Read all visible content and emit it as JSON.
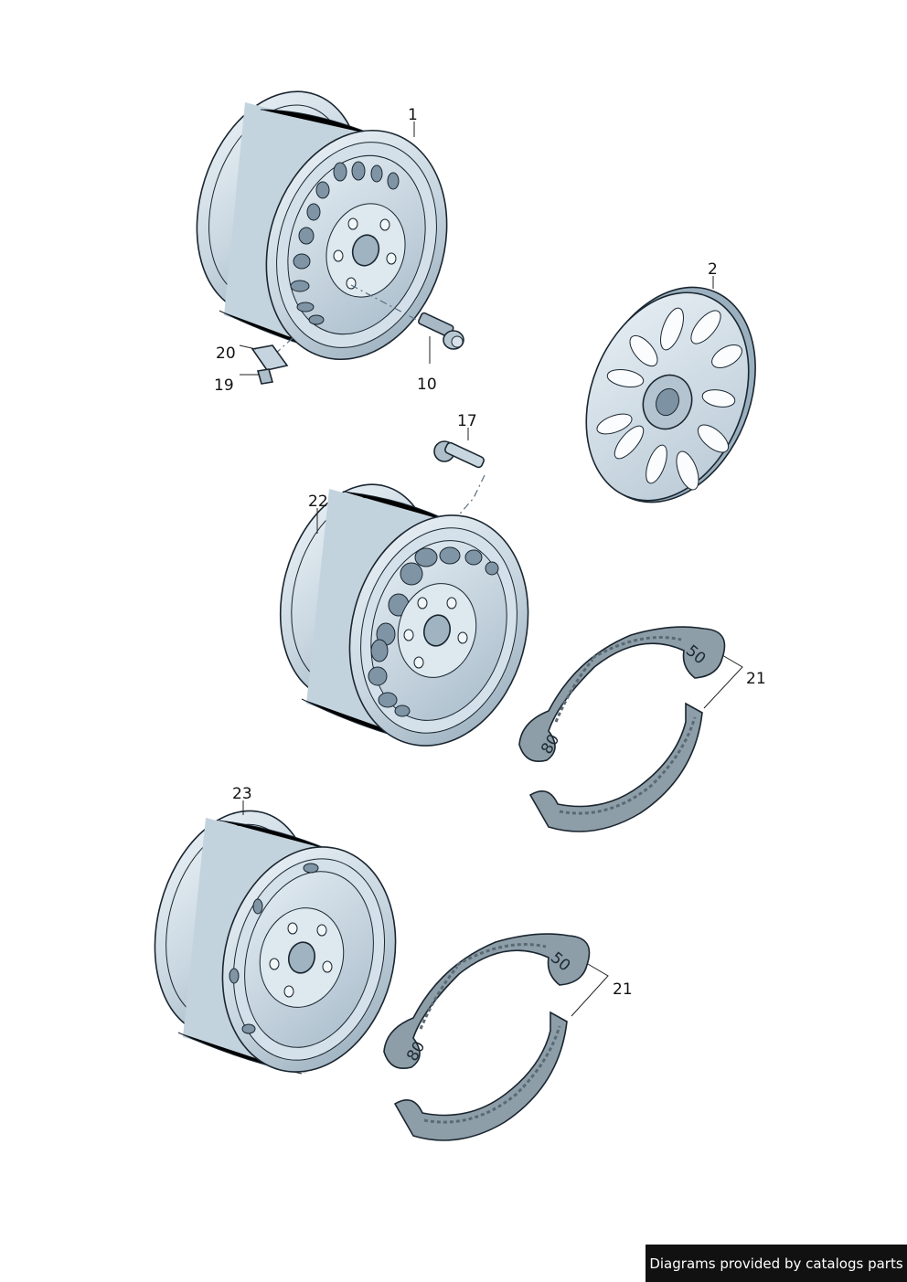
{
  "callouts": {
    "c1": "1",
    "c2": "2",
    "c10": "10",
    "c17": "17",
    "c19": "19",
    "c20": "20",
    "c21a": "21",
    "c21b": "21",
    "c22": "22",
    "c23": "23"
  },
  "ring_marks": {
    "upper_50": "50",
    "upper_80": "80",
    "lower_50": "50",
    "lower_80": "80"
  },
  "footer": {
    "credit": "Diagrams provided by catalogs parts"
  },
  "colors": {
    "rim_light": "#dbe6ee",
    "rim_mid": "#b4c6d3",
    "rim_dark": "#8aa0b0",
    "ring_fill": "#8e9ea8",
    "outline": "#1a2630",
    "badge_bg": "#111111"
  }
}
